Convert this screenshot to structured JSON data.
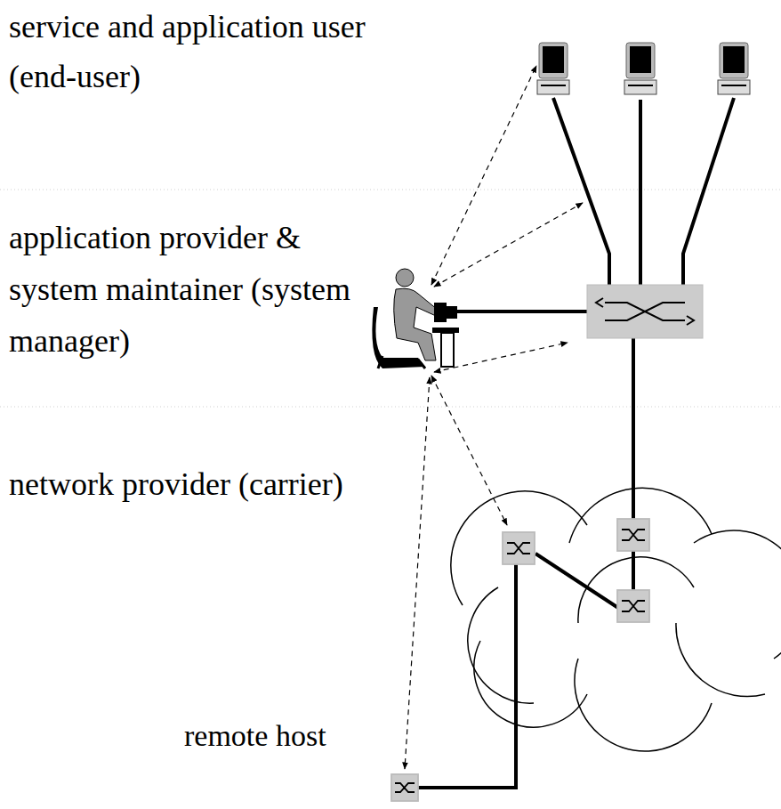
{
  "diagram": {
    "labels": [
      "service and application user (end-user)",
      "application provider & system maintainer (system manager)",
      "network provider (carrier)",
      "remote host"
    ]
  }
}
